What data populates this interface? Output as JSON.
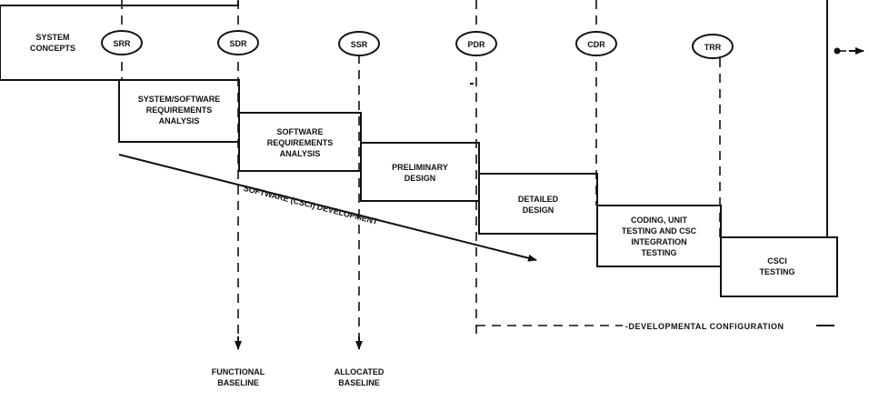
{
  "phases": [
    {
      "id": "system-concepts",
      "lines": [
        "SYSTEM",
        "CONCEPTS"
      ]
    },
    {
      "id": "sys-sw-req",
      "lines": [
        "SYSTEM/SOFTWARE",
        "REQUIREMENTS",
        "ANALYSIS"
      ]
    },
    {
      "id": "sw-req",
      "lines": [
        "SOFTWARE",
        "REQUIREMENTS",
        "ANALYSIS"
      ]
    },
    {
      "id": "preliminary-design",
      "lines": [
        "PRELIMINARY",
        "DESIGN"
      ]
    },
    {
      "id": "detailed-design",
      "lines": [
        "DETAILED",
        "DESIGN"
      ]
    },
    {
      "id": "coding-testing",
      "lines": [
        "CODING, UNIT",
        "TESTING AND CSC",
        "INTEGRATION",
        "TESTING"
      ]
    },
    {
      "id": "csci-testing",
      "lines": [
        "CSCI",
        "TESTING"
      ]
    }
  ],
  "milestones": [
    "SRR",
    "SDR",
    "SSR",
    "PDR",
    "CDR",
    "TRR"
  ],
  "baselines": {
    "functional": [
      "FUNCTIONAL",
      "BASELINE"
    ],
    "allocated": [
      "ALLOCATED",
      "BASELINE"
    ],
    "developmental": "-DEVELOPMENTAL CONFIGURATION"
  },
  "development_arrow_label": "'SOFTWARE (CSCI) DEVELOPMENT"
}
